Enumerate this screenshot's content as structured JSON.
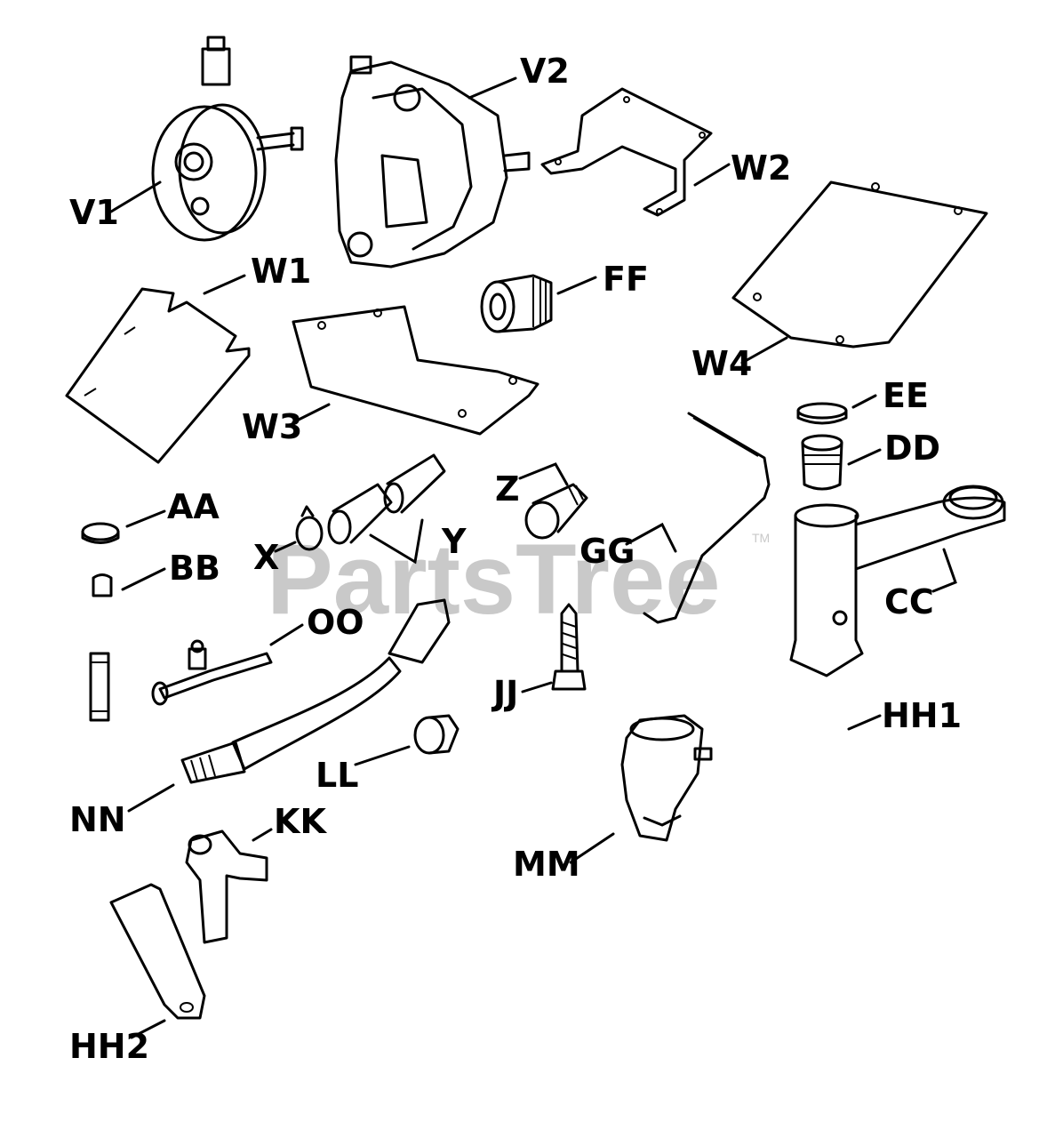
{
  "watermark": {
    "text": "PartsTree",
    "tm": "TM"
  },
  "labels": {
    "v1": "V1",
    "v2": "V2",
    "w1": "W1",
    "w2": "W2",
    "w3": "W3",
    "w4": "W4",
    "ff": "FF",
    "ee": "EE",
    "dd": "DD",
    "cc": "CC",
    "aa": "AA",
    "bb": "BB",
    "x": "X",
    "y": "Y",
    "z": "Z",
    "gg": "GG",
    "oo": "OO",
    "jj": "JJ",
    "ll": "LL",
    "nn": "NN",
    "kk": "KK",
    "mm": "MM",
    "hh1": "HH1",
    "hh2": "HH2"
  }
}
